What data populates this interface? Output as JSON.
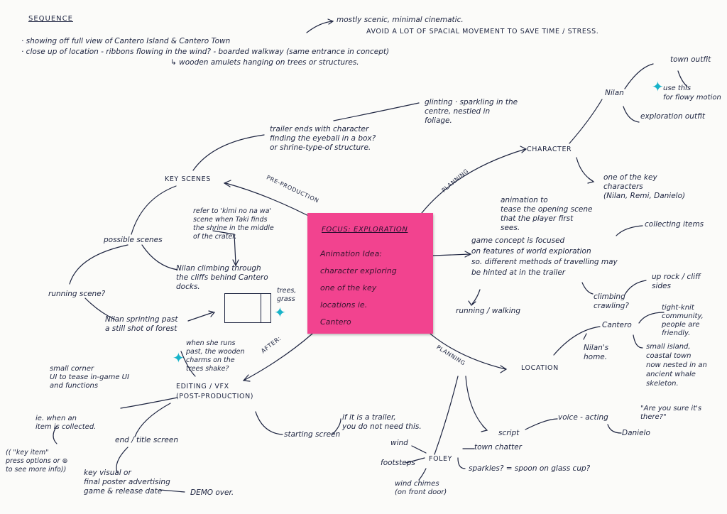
{
  "sequence": {
    "heading": "SEQUENCE",
    "lines": [
      "· showing off full view of Cantero Island & Cantero Town",
      "· close up of location - ribbons flowing in the wind? - boarded walkway (same entrance in concept)",
      "↳ wooden amulets hanging on trees or structures."
    ],
    "note1": "mostly scenic, minimal cinematic.",
    "note2": "AVOID A LOT OF SPACIAL MOVEMENT TO SAVE TIME / STRESS."
  },
  "sticky": {
    "title": "FOCUS: EXPLORATION",
    "lines": [
      "Animation Idea:",
      "character exploring",
      "one of the key",
      "locations ie.",
      "Cantero"
    ],
    "color": "#f2438f"
  },
  "key_scenes": {
    "label": "KEY SCENES",
    "connector": "PRE-PRODUCTION",
    "trailer_end": "trailer ends with character\nfinding the eyeball in a box?\nor shrine-type-of structure.",
    "glint": "glinting · sparkling in the\ncentre, nestled in\nfoliage.",
    "refer": "refer to 'kimi no na wa'\nscene when Taki finds\nthe shrine in the middle\nof the crater.",
    "possible": "possible scenes",
    "climbing": "Nilan climbing through\nthe cliffs behind Cantero\ndocks.",
    "trees": "trees,\ngrass",
    "running": "running scene?",
    "sprinting": "Nilan sprinting past\na still shot of forest",
    "wooden": "when she runs\npast, the wooden\ncharms on the\ntrees shake?"
  },
  "editing": {
    "label": "EDITING / VFX\n(POST-PRODUCTION)",
    "connector": "AFTER:",
    "small_corner": "small corner\nUI to tease in-game UI\nand functions",
    "ie_item": "ie. when an\nitem is collected.",
    "key_item": "(( \"key item\"\npress options or ⊕\nto see more info))",
    "end_title": "end / title screen",
    "key_visual": "key visual or\nfinal poster advertising\ngame & release date",
    "demo": "DEMO over.",
    "starting": "starting screen",
    "trailer_note": "if it is a trailer,\nyou do not need this."
  },
  "character": {
    "label": "CHARACTER",
    "connector": "PLANNING",
    "nilan": "Nilan",
    "town_outfit": "town outfit",
    "use_this": "use this\nfor flowy motion",
    "exploration_outfit": "exploration outfit",
    "key_chars": "one of the key\ncharacters\n(Nilan, Remi, Danielo)"
  },
  "concept": {
    "tease": "animation to\ntease the opening scene\nthat the player first\nsees.",
    "main": "game concept is focused\non features of world exploration\nso. different methods of travelling may\nbe hinted at in the trailer",
    "collecting": "collecting items",
    "up_rock": "up rock / cliff\nsides",
    "climbing": "climbing\ncrawling?",
    "running_walking": "running / walking"
  },
  "location": {
    "label": "LOCATION",
    "connector": "PLANNING",
    "cantero": "Cantero",
    "tight_knit": "tight-knit\ncommunity,\npeople are\nfriendly.",
    "small_island": "small island,\ncoastal town\nnow nested in an\nancient whale\nskeleton.",
    "nilans_home": "Nilan's\nhome."
  },
  "sound": {
    "script": "script",
    "voice_acting": "voice - acting",
    "danielo": "Danielo",
    "are_you_sure": "\"Are you sure it's\nthere?\"",
    "town_chatter": "town chatter",
    "foley": "FOLEY",
    "wind": "wind",
    "footsteps": "footsteps",
    "wind_chimes": "wind chimes\n(on front door)",
    "sparkles": "sparkles? = spoon on glass cup?"
  }
}
